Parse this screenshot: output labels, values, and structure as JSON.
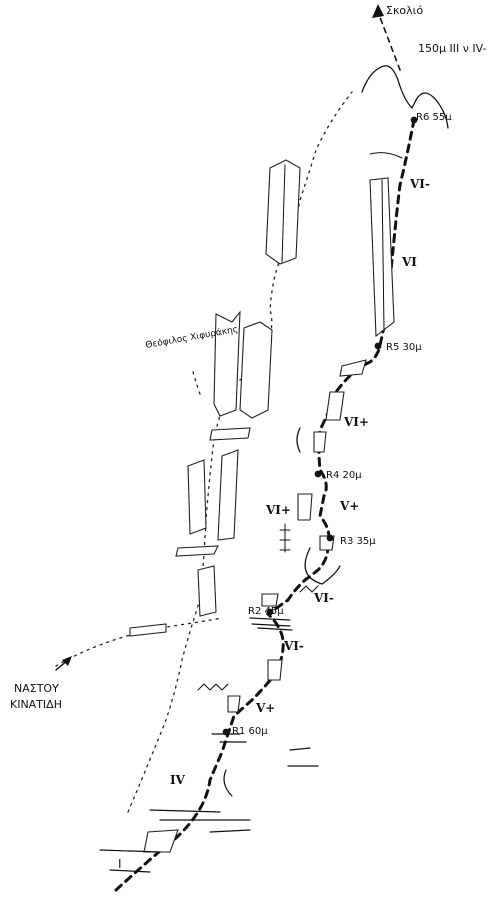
{
  "summit": {
    "label": "Σκολιό",
    "pitch": "150μ III ν IV-"
  },
  "grades": {
    "g1": "IV",
    "g2": "V+",
    "g3": "VI-",
    "g4": "VI-",
    "g5": "VI+",
    "g6": "V+",
    "g7": "VI+",
    "g8": "VI",
    "g9": "VI-"
  },
  "belays": {
    "r1": "R1 60μ",
    "r2": "R2 45μ",
    "r3": "R3 35μ",
    "r4": "R4 20μ",
    "r5": "R5 30μ",
    "r6": "R6 55μ"
  },
  "labels": {
    "left_route": "Θεόφιλος Χιφυράκης",
    "approach_line1": "ΝΑΣΤΟΥ",
    "approach_line2": "ΚΙΝΑΤΙΔΗ",
    "start_marker": "I"
  }
}
